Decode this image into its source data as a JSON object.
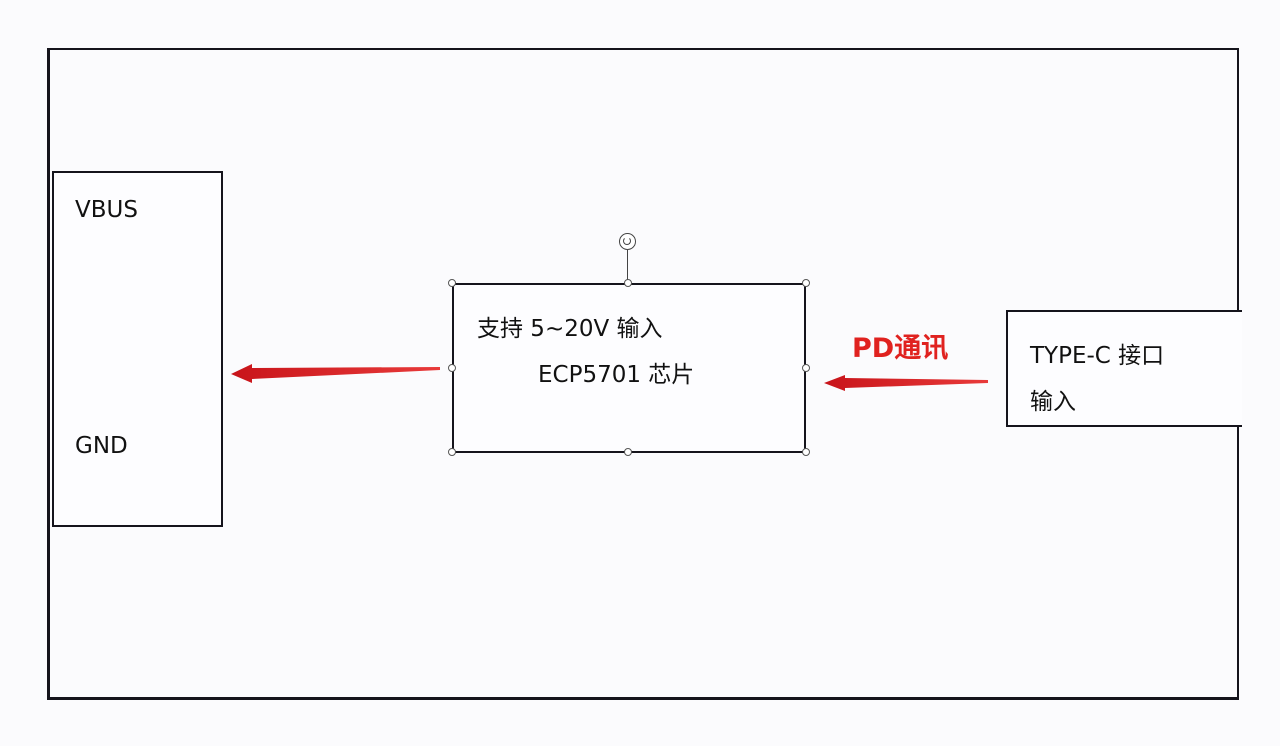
{
  "diagram": {
    "left_block": {
      "pins": [
        "VBUS",
        "GND"
      ]
    },
    "chip_block": {
      "line1": "支持 5~20V 输入",
      "line2": "ECP5701 芯片",
      "selected": true
    },
    "typec_block": {
      "line1": "TYPE-C 接口",
      "line2": "输入"
    },
    "connections": [
      {
        "from": "typec_block",
        "to": "chip_block",
        "label": "PD通讯",
        "color": "#e0221f"
      },
      {
        "from": "chip_block",
        "to": "left_block",
        "label": "",
        "color": "#e0221f"
      }
    ],
    "colors": {
      "arrow": "#e0221f",
      "stroke": "#15141c",
      "background": "#fbfbfd"
    }
  }
}
